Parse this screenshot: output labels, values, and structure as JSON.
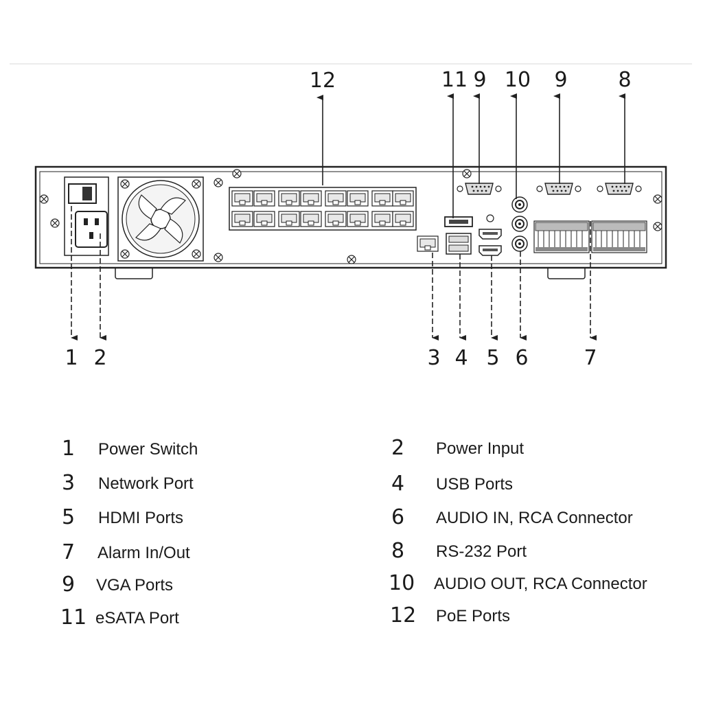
{
  "diagram": {
    "callouts": {
      "c1": "1",
      "c2": "2",
      "c3": "3",
      "c4": "4",
      "c5": "5",
      "c6": "6",
      "c7": "7",
      "c8": "8",
      "c9a": "9",
      "c9b": "9",
      "c10": "10",
      "c11": "11",
      "c12": "12"
    }
  },
  "legend": {
    "left": [
      {
        "num": "1",
        "label": "Power Switch"
      },
      {
        "num": "3",
        "label": "Network Port"
      },
      {
        "num": "5",
        "label": "HDMI Ports"
      },
      {
        "num": "7",
        "label": "Alarm In/Out"
      },
      {
        "num": "9",
        "label": "VGA Ports"
      },
      {
        "num": "11",
        "label": "eSATA Port"
      }
    ],
    "right": [
      {
        "num": "2",
        "label": "Power Input"
      },
      {
        "num": "4",
        "label": "USB Ports"
      },
      {
        "num": "6",
        "label": "AUDIO IN, RCA Connector"
      },
      {
        "num": "8",
        "label": "RS-232 Port"
      },
      {
        "num": "10",
        "label": "AUDIO OUT, RCA Connector"
      },
      {
        "num": "12",
        "label": "PoE Ports"
      }
    ]
  }
}
